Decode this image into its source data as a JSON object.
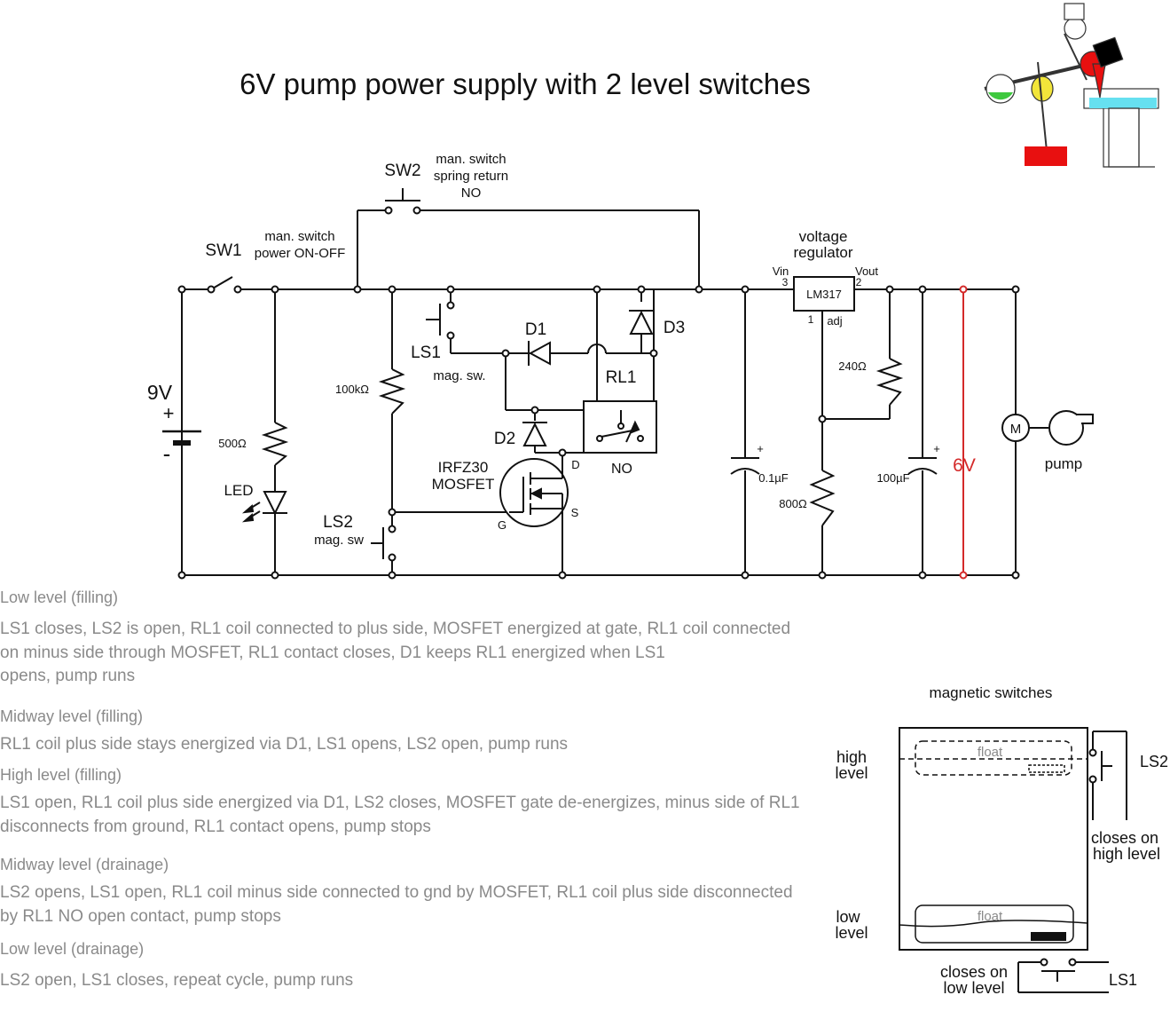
{
  "title": "6V pump power supply with 2 level switches",
  "components": {
    "sw1": {
      "name": "SW1",
      "desc1": "man. switch",
      "desc2": "power ON-OFF"
    },
    "sw2": {
      "name": "SW2",
      "desc1": "man. switch",
      "desc2": "spring return",
      "desc3": "NO"
    },
    "battery": {
      "voltage": "9V",
      "plus": "+",
      "minus": "-"
    },
    "r_led": "500Ω",
    "led": "LED",
    "r_100k": "100kΩ",
    "ls1": {
      "name": "LS1",
      "desc": "mag. sw."
    },
    "ls2": {
      "name": "LS2",
      "desc": "mag. sw"
    },
    "d1": "D1",
    "d2": "D2",
    "d3": "D3",
    "rl1": {
      "name": "RL1",
      "type": "NO"
    },
    "mosfet": {
      "line1": "IRFZ30",
      "line2": "MOSFET",
      "d": "D",
      "g": "G",
      "s": "S"
    },
    "c1": {
      "value": "0.1µF",
      "plus": "+"
    },
    "regulator": {
      "line1": "voltage",
      "line2": "regulator",
      "part": "LM317",
      "vin": "Vin",
      "vin_pin": "3",
      "vout": "Vout",
      "vout_pin": "2",
      "adj_pin": "1",
      "adj": "adj"
    },
    "r_240": "240Ω",
    "r_800": "800Ω",
    "c2": {
      "value": "100µF",
      "plus": "+"
    },
    "output": "6V",
    "motor": {
      "symbol": "M",
      "label": "pump"
    }
  },
  "notes": [
    {
      "heading": "Low level (filling)",
      "text": [
        "LS1 closes, LS2 is open, RL1 coil connected to plus side, MOSFET energized at gate, RL1 coil connected",
        "on minus side through MOSFET, RL1 contact closes, D1 keeps RL1 energized when LS1",
        "opens, pump runs"
      ]
    },
    {
      "heading": "Midway level (filling)",
      "text": [
        "RL1 coil plus side stays energized via D1, LS1 opens, LS2 open, pump runs"
      ]
    },
    {
      "heading": "High level (filling)",
      "text": [
        "LS1 open, RL1 coil plus side energized via D1, LS2 closes, MOSFET gate de-energizes, minus side of RL1",
        "disconnects from ground, RL1 contact opens, pump stops"
      ]
    },
    {
      "heading": "Midway level (drainage)",
      "text": [
        "LS2 opens, LS1 open, RL1 coil minus side connected to gnd by MOSFET, RL1 coil plus side disconnected",
        "by RL1 NO open contact, pump stops"
      ]
    },
    {
      "heading": "Low level (drainage)",
      "text": [
        "LS2 open, LS1 closes, repeat cycle, pump runs"
      ]
    }
  ],
  "tank": {
    "title": "magnetic switches",
    "high1": "high",
    "high2": "level",
    "low1": "low",
    "low2": "level",
    "float": "float",
    "ls2": "LS2",
    "ls2_desc1": "closes on",
    "ls2_desc2": "high level",
    "ls1": "LS1",
    "ls1_desc1": "closes on",
    "ls1_desc2": "low level"
  },
  "colors": {
    "wire": "#111111",
    "output_rail": "#d42a2a",
    "notes_text": "#8a8a8a"
  }
}
